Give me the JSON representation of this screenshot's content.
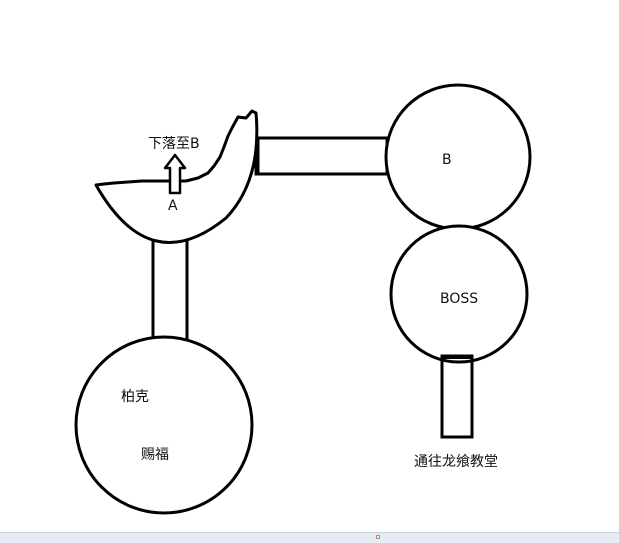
{
  "labels": {
    "drop_to_b": "下落至B",
    "point_a": "A",
    "room_b": "B",
    "boss": "BOSS",
    "room_start_line1": "柏克",
    "room_start_line2": "赐福",
    "exit_to_church": "通往龙飨教堂"
  },
  "colors": {
    "stroke": "#000000",
    "background": "#ffffff"
  }
}
